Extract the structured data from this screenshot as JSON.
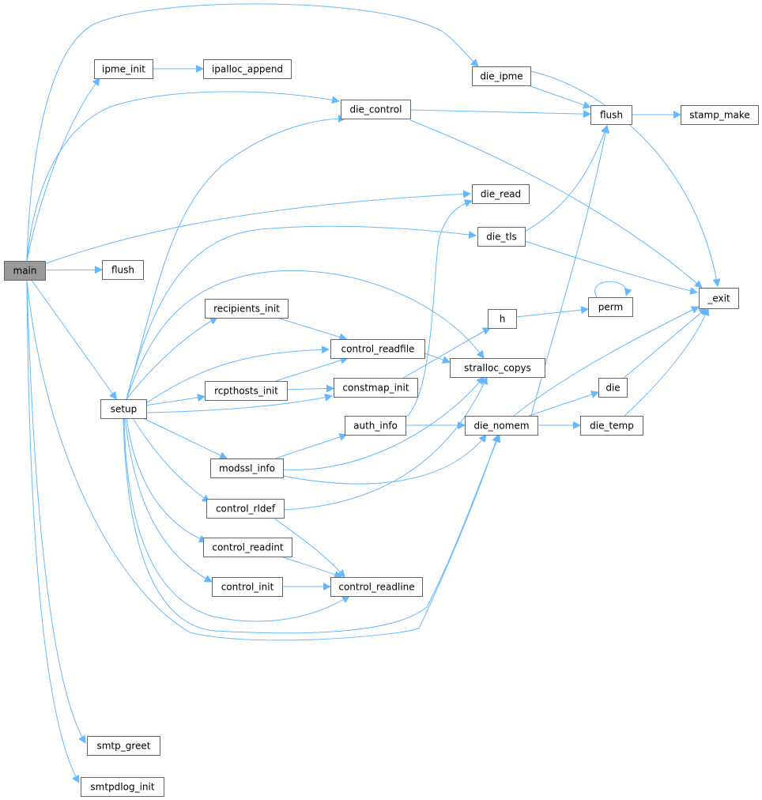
{
  "diagram": {
    "edge_color": "#63b8ff",
    "node_border_color": "#666666",
    "root_fill_color": "#999999",
    "nodes": [
      {
        "id": "main",
        "label": "main"
      },
      {
        "id": "ipme_init",
        "label": "ipme_init"
      },
      {
        "id": "ipalloc_append",
        "label": "ipalloc_append"
      },
      {
        "id": "die_ipme",
        "label": "die_ipme"
      },
      {
        "id": "die_control",
        "label": "die_control"
      },
      {
        "id": "flush_top",
        "label": "flush"
      },
      {
        "id": "stamp_make",
        "label": "stamp_make"
      },
      {
        "id": "die_read",
        "label": "die_read"
      },
      {
        "id": "die_tls",
        "label": "die_tls"
      },
      {
        "id": "flush_main",
        "label": "flush"
      },
      {
        "id": "exit",
        "label": "_exit"
      },
      {
        "id": "recipients_init",
        "label": "recipients_init"
      },
      {
        "id": "h",
        "label": "h"
      },
      {
        "id": "perm",
        "label": "perm"
      },
      {
        "id": "control_readfile",
        "label": "control_readfile"
      },
      {
        "id": "stralloc_copys",
        "label": "stralloc_copys"
      },
      {
        "id": "rcpthosts_init",
        "label": "rcpthosts_init"
      },
      {
        "id": "constmap_init",
        "label": "constmap_init"
      },
      {
        "id": "die",
        "label": "die"
      },
      {
        "id": "setup",
        "label": "setup"
      },
      {
        "id": "auth_info",
        "label": "auth_info"
      },
      {
        "id": "die_nomem",
        "label": "die_nomem"
      },
      {
        "id": "die_temp",
        "label": "die_temp"
      },
      {
        "id": "modssl_info",
        "label": "modssl_info"
      },
      {
        "id": "control_rldef",
        "label": "control_rldef"
      },
      {
        "id": "control_readint",
        "label": "control_readint"
      },
      {
        "id": "control_init",
        "label": "control_init"
      },
      {
        "id": "control_readline",
        "label": "control_readline"
      },
      {
        "id": "smtp_greet",
        "label": "smtp_greet"
      },
      {
        "id": "smtpdlog_init",
        "label": "smtpdlog_init"
      }
    ],
    "edges": [
      [
        "main",
        "ipme_init"
      ],
      [
        "main",
        "die_ipme"
      ],
      [
        "main",
        "die_control"
      ],
      [
        "main",
        "die_read"
      ],
      [
        "main",
        "flush_main"
      ],
      [
        "main",
        "setup"
      ],
      [
        "main",
        "die_nomem"
      ],
      [
        "main",
        "smtp_greet"
      ],
      [
        "main",
        "smtpdlog_init"
      ],
      [
        "ipme_init",
        "ipalloc_append"
      ],
      [
        "die_ipme",
        "flush_top"
      ],
      [
        "die_ipme",
        "exit"
      ],
      [
        "die_control",
        "flush_top"
      ],
      [
        "die_control",
        "exit"
      ],
      [
        "flush_top",
        "stamp_make"
      ],
      [
        "die_tls",
        "flush_top"
      ],
      [
        "die_tls",
        "exit"
      ],
      [
        "h",
        "perm"
      ],
      [
        "perm",
        "perm"
      ],
      [
        "die",
        "exit"
      ],
      [
        "die_temp",
        "exit"
      ],
      [
        "die_nomem",
        "die"
      ],
      [
        "die_nomem",
        "die_temp"
      ],
      [
        "die_nomem",
        "flush_top"
      ],
      [
        "die_nomem",
        "exit"
      ],
      [
        "setup",
        "die_control"
      ],
      [
        "setup",
        "die_tls"
      ],
      [
        "setup",
        "stralloc_copys"
      ],
      [
        "setup",
        "recipients_init"
      ],
      [
        "setup",
        "control_readfile"
      ],
      [
        "setup",
        "rcpthosts_init"
      ],
      [
        "setup",
        "constmap_init"
      ],
      [
        "setup",
        "modssl_info"
      ],
      [
        "setup",
        "control_rldef"
      ],
      [
        "setup",
        "control_readint"
      ],
      [
        "setup",
        "control_init"
      ],
      [
        "setup",
        "control_readline"
      ],
      [
        "setup",
        "die_nomem"
      ],
      [
        "recipients_init",
        "control_readfile"
      ],
      [
        "rcpthosts_init",
        "control_readfile"
      ],
      [
        "rcpthosts_init",
        "constmap_init"
      ],
      [
        "control_readfile",
        "stralloc_copys"
      ],
      [
        "constmap_init",
        "h"
      ],
      [
        "auth_info",
        "die_read"
      ],
      [
        "auth_info",
        "die_nomem"
      ],
      [
        "modssl_info",
        "auth_info"
      ],
      [
        "modssl_info",
        "stralloc_copys"
      ],
      [
        "modssl_info",
        "die_nomem"
      ],
      [
        "control_rldef",
        "stralloc_copys"
      ],
      [
        "control_rldef",
        "control_readline"
      ],
      [
        "control_readint",
        "control_readline"
      ],
      [
        "control_init",
        "control_readline"
      ]
    ]
  }
}
